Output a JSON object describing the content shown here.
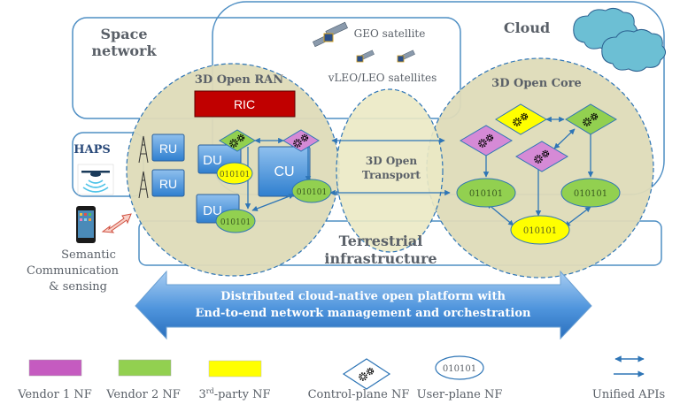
{
  "regions": {
    "space_network": "Space network",
    "space_network_lines": [
      "Space",
      "network"
    ],
    "cloud": "Cloud",
    "haps": "HAPS",
    "terrestrial_lines": [
      "Terrestrial",
      "infrastructure"
    ],
    "semantic_lines": [
      "Semantic",
      "Communication",
      "& sensing"
    ]
  },
  "satellites": {
    "geo_label": "GEO satellite",
    "leo_label": "vLEO/LEO satellites"
  },
  "domains": {
    "ran_title": "3D Open RAN",
    "transport_lines": [
      "3D Open",
      "Transport"
    ],
    "core_title": "3D Open Core"
  },
  "ran": {
    "ric_label": "RIC",
    "ru_labels": [
      "RU",
      "RU"
    ],
    "du_labels": [
      "DU",
      "DU"
    ],
    "cu_label": "CU",
    "up_label": "010101"
  },
  "core": {
    "up_label": "010101"
  },
  "platform_arrow": {
    "lines": [
      "Distributed cloud-native open platform with",
      "End-to-end network management and orchestration"
    ]
  },
  "colors": {
    "vendor1": "#c55bc0",
    "vendor1_node": "#d58ad6",
    "vendor2": "#92d050",
    "third_party": "#ffff00",
    "ric": "#c00000",
    "unit_blue": "#3d8fd6",
    "domain_fill": "#dedbb8",
    "border_blue": "#2e75b6",
    "cloud": "#6cbfd4"
  },
  "legend": {
    "vendor1": "Vendor 1 NF",
    "vendor2": "Vendor 2 NF",
    "third_party_sup": "rd",
    "third_party_pre": "3",
    "third_party_post": "-party NF",
    "control_plane": "Control-plane NF",
    "user_plane": "User-plane NF",
    "user_plane_icon_label": "010101",
    "unified_apis": "Unified APIs"
  }
}
